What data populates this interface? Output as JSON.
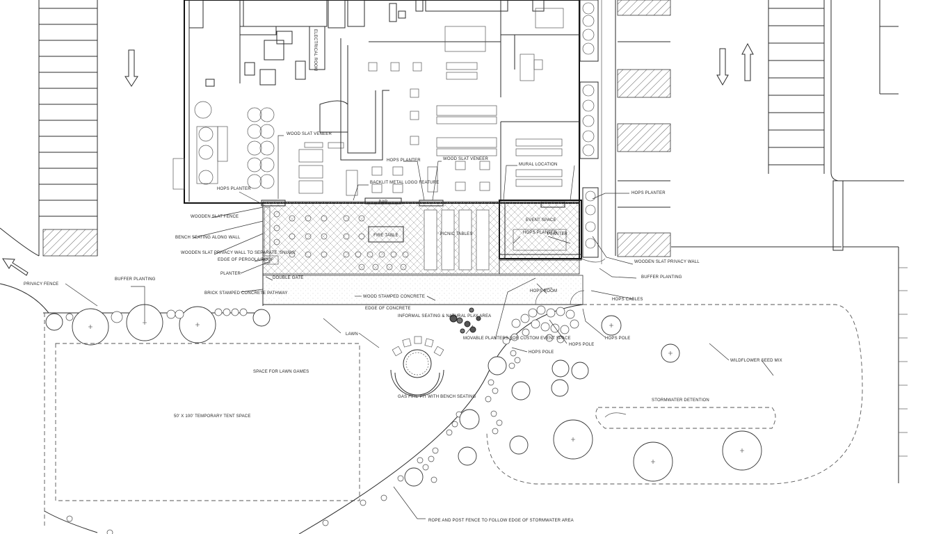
{
  "labels": {
    "wood_slat_veneer_1": "WOOD SLAT VENEER",
    "hops_planter_1": "HOPS PLANTER",
    "hops_planter_2": "HOPS PLANTER",
    "backlit_logo": "BACKLIT METAL LOGO FEATURE",
    "wood_slat_veneer_2": "WOOD SLAT VENEER",
    "mural_location": "MURAL LOCATION",
    "hops_planter_3": "HOPS PLANTER",
    "bar": "BAR",
    "wooden_slat_fence": "WOODEN SLAT FENCE",
    "bench_seating": "BENCH SEATING ALONG WALL",
    "wooden_slat_privacy_snugs": "WOODEN SLAT PRIVACY WALL TO SEPARATE 'SNUGS'",
    "edge_of_pergola": "EDGE OF PERGOLA/ROOF",
    "planter": "PLANTER",
    "fire_table": "FIRE TABLE",
    "picnic_tables": "PICNIC TABLES",
    "event_space": "EVENT SPACE",
    "hops_planter_4": "HOPS PLANTER",
    "planter_2": "PLANTER",
    "wooden_slat_privacy_wall": "WOODEN SLAT PRIVACY WALL",
    "buffer_planting_right": "BUFFER PLANTING",
    "double_gate": "DOUBLE GATE",
    "brick_stamped": "BRICK STAMPED CONCRETE PATHWAY",
    "wood_stamped": "WOOD STAMPED CONCRETE",
    "edge_of_concrete": "EDGE OF CONCRETE",
    "hops_room": "HOPS ROOM",
    "hops_cables": "HOPS CABLES",
    "privacy_fence": "PRIVACY FENCE",
    "buffer_planting_left": "BUFFER PLANTING",
    "informal_seating": "INFORMAL SEATING & NATURAL PLAY AREA",
    "lawn": "LAWN",
    "movable_planters": "MOVABLE PLANTERS FOR CUSTOM EVENT SPACE",
    "hops_pole_1": "HOPS POLE",
    "hops_pole_2": "HOPS POLE",
    "hops_pole_3": "HOPS POLE",
    "wildflower": "WILDFLOWER SEED MIX",
    "space_lawn_games": "SPACE FOR LAWN GAMES",
    "tent_space": "50' X 100' TEMPORARY TENT SPACE",
    "gas_fire_pit": "GAS FIRE PIT WITH BENCH SEATING",
    "stormwater_detention": "STORMWATER DETENTION",
    "rope_fence": "ROPE AND POST FENCE TO FOLLOW EDGE OF STORMWATER AREA",
    "electrical_room": "ELECTRICAL ROOM"
  }
}
